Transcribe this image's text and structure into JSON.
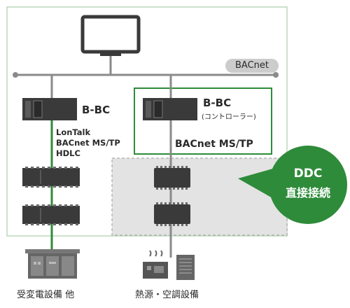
{
  "network_label": "BACnet",
  "left_controller": {
    "label": "B-BC",
    "protocols": [
      "LonTalk",
      "BACnet MS/TP",
      "HDLC"
    ]
  },
  "right_controller": {
    "label": "B-BC",
    "sublabel": "(コントローラー)",
    "bus_label": "BACnet MS/TP"
  },
  "badge": {
    "line1": "DDC",
    "line2": "直接接続"
  },
  "equipment_labels": {
    "left": "受変電設備 他",
    "right": "熱源・空調設備"
  },
  "colors": {
    "green": "#2e8b3a",
    "frame": "#cfe3cf",
    "dashed_area": "#e4e4e4",
    "device": "#3a3a3a",
    "label_bg": "#cccccc"
  }
}
